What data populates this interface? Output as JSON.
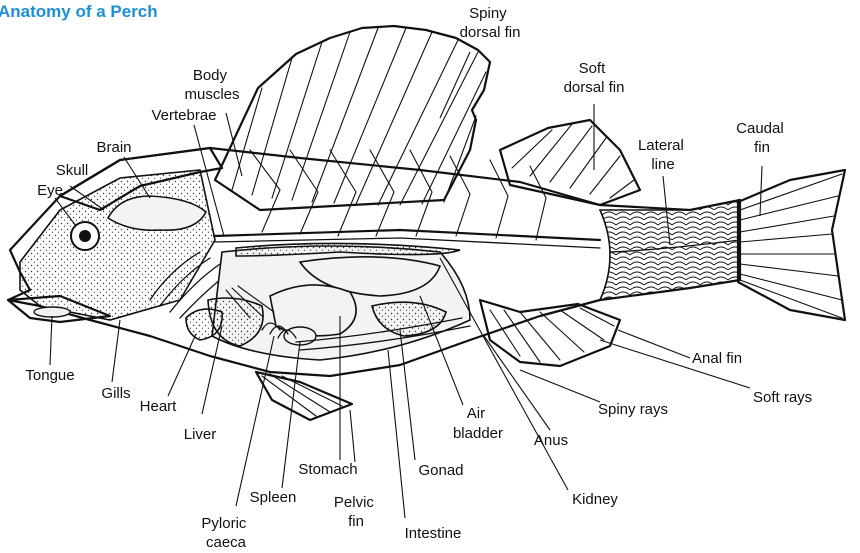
{
  "title": "Anatomy of a Perch",
  "labels": {
    "spiny_dorsal_fin": [
      "Spiny",
      "dorsal fin"
    ],
    "soft_dorsal_fin": [
      "Soft",
      "dorsal fin"
    ],
    "body_muscles": [
      "Body",
      "muscles"
    ],
    "vertebrae": "Vertebrae",
    "brain": "Brain",
    "skull": "Skull",
    "eye": "Eye",
    "lateral_line": [
      "Lateral",
      "line"
    ],
    "caudal_fin": [
      "Caudal",
      "fin"
    ],
    "tongue": "Tongue",
    "gills": "Gills",
    "heart": "Heart",
    "liver": "Liver",
    "anal_fin": "Anal fin",
    "soft_rays": "Soft rays",
    "spiny_rays": "Spiny rays",
    "air_bladder": [
      "Air",
      "bladder"
    ],
    "anus": "Anus",
    "stomach": "Stomach",
    "gonad": "Gonad",
    "kidney": "Kidney",
    "spleen": "Spleen",
    "pelvic_fin": [
      "Pelvic",
      "fin"
    ],
    "intestine": "Intestine",
    "pyloric_caeca": [
      "Pyloric",
      "caeca"
    ]
  }
}
